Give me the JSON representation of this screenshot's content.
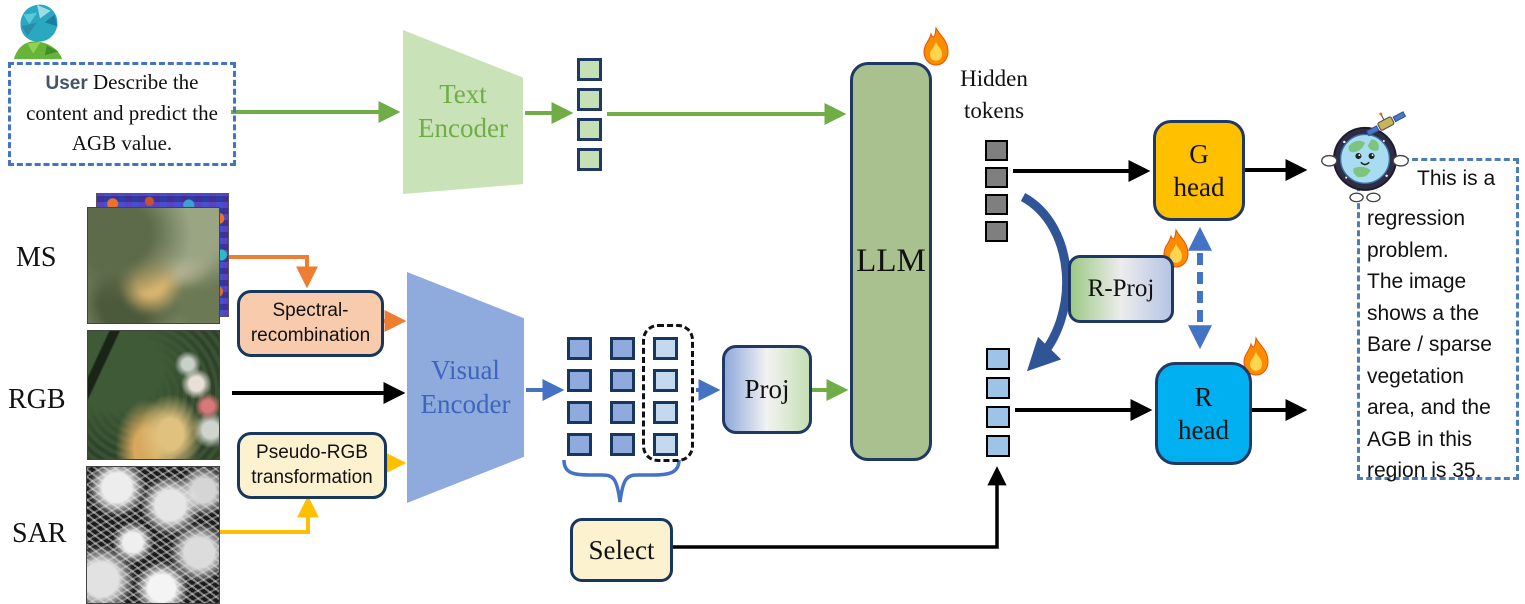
{
  "prompt": {
    "speaker": "User",
    "text": "Describe the content and predict the AGB value."
  },
  "inputs": {
    "ms": "MS",
    "rgb": "RGB",
    "sar": "SAR"
  },
  "preprocess": {
    "spectral_line1": "Spectral-",
    "spectral_line2": "recombination",
    "pseudo_line1": "Pseudo-RGB",
    "pseudo_line2": "transformation"
  },
  "encoders": {
    "text_line1": "Text",
    "text_line2": "Encoder",
    "visual_line1": "Visual",
    "visual_line2": "Encoder"
  },
  "modules": {
    "llm": "LLM",
    "proj": "Proj",
    "r_proj": "R-Proj",
    "select": "Select",
    "g_head_line1": "G",
    "g_head_line2": "head",
    "r_head_line1": "R",
    "r_head_line2": "head"
  },
  "labels": {
    "hidden_line1": "Hidden",
    "hidden_line2": "tokens"
  },
  "output": {
    "sentence1": "This is a regression problem.",
    "sentence2": "The image shows a the Bare / sparse vegetation area, and the AGB in this region is 35."
  },
  "icons": [
    "user-avatar-icon",
    "fire-icon",
    "globe-satellite-icon"
  ],
  "colors": {
    "green": "#70ad47",
    "orange": "#ed7d31",
    "yellow": "#ffc000",
    "blue": "#4472c4",
    "navy": "#1f3864",
    "dkarrow": "#2f5597",
    "llm-fill": "#a9c08f",
    "te-fill": "#c9e2b7",
    "ve-fill": "#8faadc",
    "g-head": "#ffc000",
    "r-head": "#00b0f0",
    "tok-green": "#c5e0b4",
    "tok-blue": "#8faadc",
    "tok-light": "#c4d8ee",
    "tok-gray": "#7f7f7f",
    "tok-sel": "#9dc3e6",
    "peach": "#f8cbad",
    "cream": "#fdf2cf",
    "prompt-border": "#4472c4",
    "user-color": "#44546a"
  }
}
